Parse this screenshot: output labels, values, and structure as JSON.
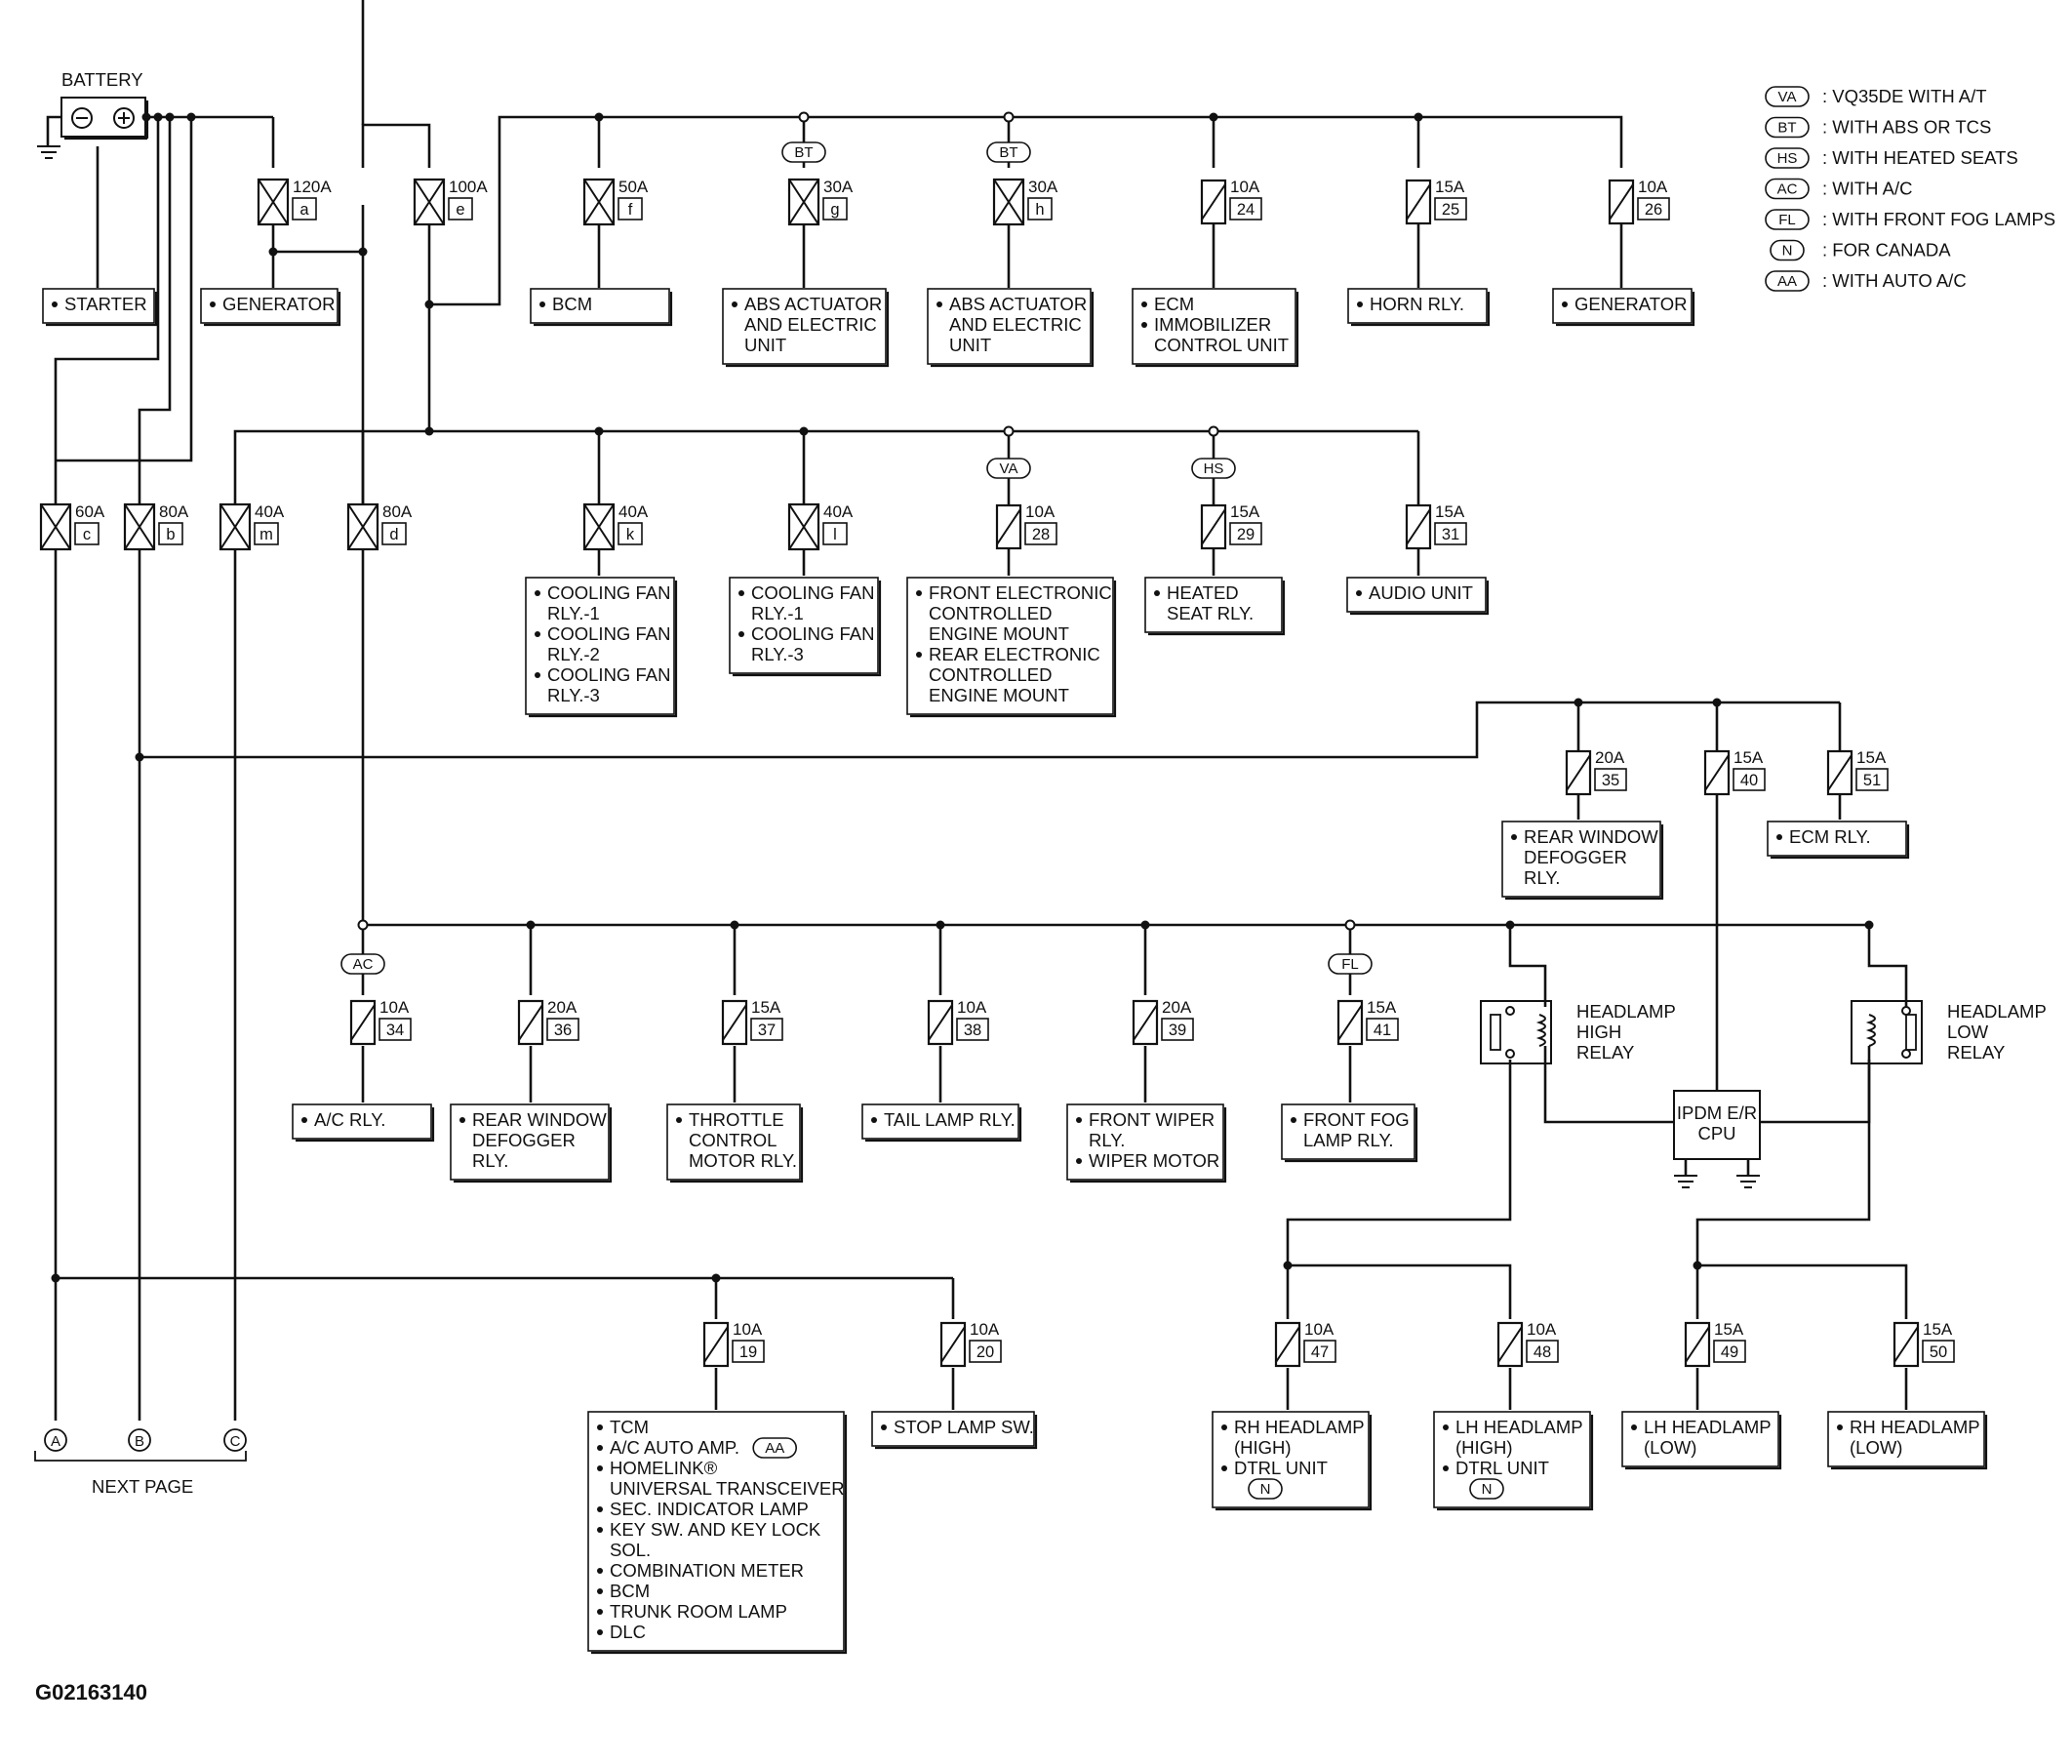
{
  "battery": {
    "label": "BATTERY",
    "neg": "⊖",
    "pos": "⊕"
  },
  "top_row": [
    {
      "id": "a",
      "amp": "120A",
      "code": "a",
      "cond": "",
      "loads": [
        "GENERATOR"
      ]
    },
    {
      "id": "e",
      "amp": "100A",
      "code": "e",
      "cond": "",
      "loads": []
    },
    {
      "id": "f",
      "amp": "50A",
      "code": "f",
      "cond": "",
      "loads": [
        "BCM"
      ]
    },
    {
      "id": "g",
      "amp": "30A",
      "code": "g",
      "cond": "BT",
      "loads": [
        "ABS ACTUATOR",
        "AND ELECTRIC",
        "UNIT"
      ]
    },
    {
      "id": "h",
      "amp": "30A",
      "code": "h",
      "cond": "BT",
      "loads": [
        "ABS ACTUATOR",
        "AND ELECTRIC",
        "UNIT"
      ]
    },
    {
      "id": "24",
      "amp": "10A",
      "code": "24",
      "cond": "",
      "loads": [
        "ECM",
        "IMMOBILIZER",
        "CONTROL UNIT"
      ]
    },
    {
      "id": "25",
      "amp": "15A",
      "code": "25",
      "cond": "",
      "loads": [
        "HORN RLY."
      ]
    },
    {
      "id": "26",
      "amp": "10A",
      "code": "26",
      "cond": "",
      "loads": [
        "GENERATOR"
      ]
    }
  ],
  "starter_label": "STARTER",
  "second_row": [
    {
      "id": "c",
      "amp": "60A",
      "code": "c"
    },
    {
      "id": "b",
      "amp": "80A",
      "code": "b"
    },
    {
      "id": "m",
      "amp": "40A",
      "code": "m"
    },
    {
      "id": "d",
      "amp": "80A",
      "code": "d"
    },
    {
      "id": "k",
      "amp": "40A",
      "code": "k",
      "cond": "",
      "loads": [
        "COOLING FAN",
        "RLY.-1",
        "COOLING FAN",
        "RLY.-2",
        "COOLING FAN",
        "RLY.-3"
      ]
    },
    {
      "id": "l",
      "amp": "40A",
      "code": "l",
      "cond": "",
      "loads": [
        "COOLING FAN",
        "RLY.-1",
        "COOLING FAN",
        "RLY.-3"
      ]
    },
    {
      "id": "28",
      "amp": "10A",
      "code": "28",
      "cond": "VA",
      "loads": [
        "FRONT ELECTRONIC",
        "CONTROLLED",
        "ENGINE MOUNT",
        "REAR ELECTRONIC",
        "CONTROLLED",
        "ENGINE MOUNT"
      ]
    },
    {
      "id": "29",
      "amp": "15A",
      "code": "29",
      "cond": "HS",
      "loads": [
        "HEATED",
        "SEAT RLY."
      ]
    },
    {
      "id": "31",
      "amp": "15A",
      "code": "31",
      "cond": "",
      "loads": [
        "AUDIO UNIT"
      ]
    }
  ],
  "ipdm_row": [
    {
      "id": "35",
      "amp": "20A",
      "code": "35",
      "loads": [
        "REAR WINDOW",
        "DEFOGGER",
        "RLY."
      ]
    },
    {
      "id": "40",
      "amp": "15A",
      "code": "40",
      "loads": []
    },
    {
      "id": "51",
      "amp": "15A",
      "code": "51",
      "loads": [
        "ECM RLY."
      ]
    }
  ],
  "third_row": [
    {
      "id": "34",
      "amp": "10A",
      "code": "34",
      "cond": "AC",
      "loads": [
        "A/C RLY."
      ]
    },
    {
      "id": "36",
      "amp": "20A",
      "code": "36",
      "cond": "",
      "loads": [
        "REAR WINDOW",
        "DEFOGGER",
        "RLY."
      ]
    },
    {
      "id": "37",
      "amp": "15A",
      "code": "37",
      "cond": "",
      "loads": [
        "THROTTLE",
        "CONTROL",
        "MOTOR RLY."
      ]
    },
    {
      "id": "38",
      "amp": "10A",
      "code": "38",
      "cond": "",
      "loads": [
        "TAIL LAMP RLY."
      ]
    },
    {
      "id": "39",
      "amp": "20A",
      "code": "39",
      "cond": "",
      "loads": [
        "FRONT WIPER",
        "RLY.",
        "WIPER MOTOR"
      ]
    },
    {
      "id": "41",
      "amp": "15A",
      "code": "41",
      "cond": "FL",
      "loads": [
        "FRONT FOG",
        "LAMP RLY."
      ]
    }
  ],
  "relays": {
    "high": [
      "HEADLAMP",
      "HIGH",
      "RELAY"
    ],
    "low": [
      "HEADLAMP",
      "LOW",
      "RELAY"
    ],
    "ipdm": [
      "IPDM E/R",
      "CPU"
    ]
  },
  "bottom_row": [
    {
      "id": "19",
      "amp": "10A",
      "code": "19",
      "loads": [
        "TCM",
        "A/C AUTO AMP.",
        "HOMELINK®",
        "UNIVERSAL TRANSCEIVER",
        "SEC. INDICATOR LAMP",
        "KEY SW. AND KEY LOCK",
        "SOL.",
        "COMBINATION METER",
        "BCM",
        "TRUNK ROOM LAMP",
        "DLC"
      ],
      "inline_cond": "AA"
    },
    {
      "id": "20",
      "amp": "10A",
      "code": "20",
      "loads": [
        "STOP LAMP SW."
      ]
    },
    {
      "id": "47",
      "amp": "10A",
      "code": "47",
      "loads": [
        "RH HEADLAMP",
        "(HIGH)",
        "DTRL UNIT"
      ],
      "inline_cond": "N"
    },
    {
      "id": "48",
      "amp": "10A",
      "code": "48",
      "loads": [
        "LH HEADLAMP",
        "(HIGH)",
        "DTRL UNIT"
      ],
      "inline_cond": "N"
    },
    {
      "id": "49",
      "amp": "15A",
      "code": "49",
      "loads": [
        "LH HEADLAMP",
        "(LOW)"
      ]
    },
    {
      "id": "50",
      "amp": "15A",
      "code": "50",
      "loads": [
        "RH HEADLAMP",
        "(LOW)"
      ]
    }
  ],
  "connectors": [
    "A",
    "B",
    "C"
  ],
  "next_page": "NEXT PAGE",
  "legend": [
    {
      "code": "VA",
      "text": ": VQ35DE WITH A/T"
    },
    {
      "code": "BT",
      "text": ": WITH ABS OR TCS"
    },
    {
      "code": "HS",
      "text": ": WITH HEATED SEATS"
    },
    {
      "code": "AC",
      "text": ": WITH A/C"
    },
    {
      "code": "FL",
      "text": ": WITH FRONT FOG LAMPS"
    },
    {
      "code": "N",
      "text": ": FOR CANADA"
    },
    {
      "code": "AA",
      "text": ": WITH AUTO A/C"
    }
  ],
  "figure_id": "G02163140"
}
